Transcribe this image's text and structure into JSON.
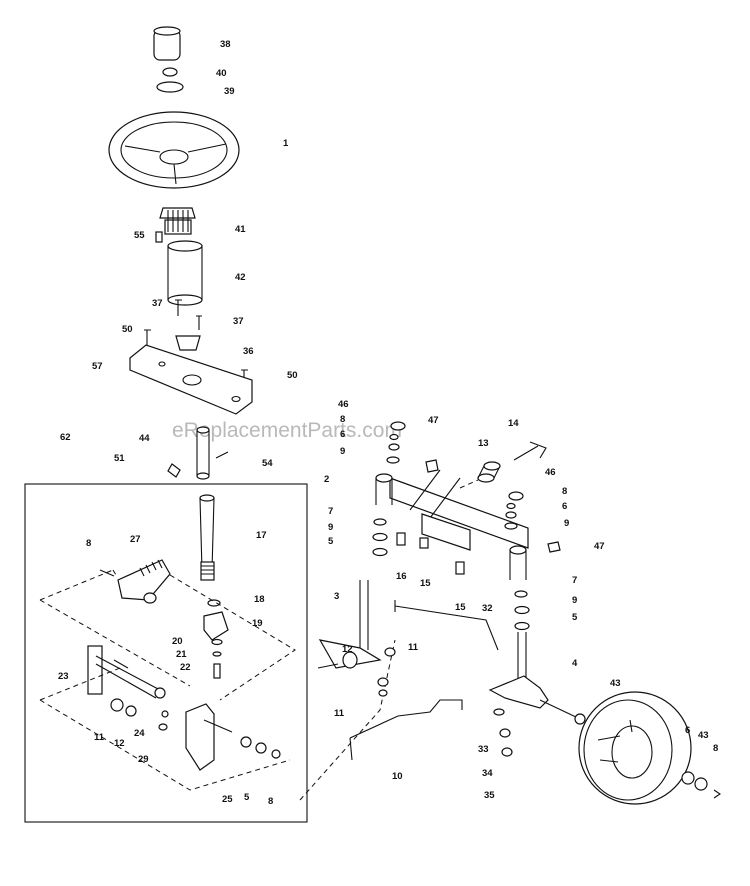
{
  "watermark": "eReplacementParts.com",
  "callouts": {
    "c38": "38",
    "c40": "40",
    "c39": "39",
    "c1": "1",
    "c41": "41",
    "c55": "55",
    "c42": "42",
    "c37a": "37",
    "c37b": "37",
    "c50a": "50",
    "c36": "36",
    "c57": "57",
    "c50b": "50",
    "c62": "62",
    "c44": "44",
    "c51": "51",
    "c54": "54",
    "c46a": "46",
    "c8a": "8",
    "c6a": "6",
    "c9a": "9",
    "c47a": "47",
    "c14": "14",
    "c13": "13",
    "c2": "2",
    "c46b": "46",
    "c8b": "8",
    "c6b": "6",
    "c9b": "9",
    "c7a": "7",
    "c9c": "9",
    "c5a": "5",
    "c16": "16",
    "c15a": "15",
    "c47b": "47",
    "c15b": "15",
    "c7b": "7",
    "c9d": "9",
    "c5b": "5",
    "c3": "3",
    "c32": "32",
    "c11a": "11",
    "c12a": "12",
    "c11b": "11",
    "c4": "4",
    "c43a": "43",
    "c33": "33",
    "c34": "34",
    "c35": "35",
    "c10": "10",
    "c6c": "6",
    "c43b": "43",
    "c8c": "8",
    "c17": "17",
    "c27": "27",
    "c8d": "8",
    "c18": "18",
    "c19": "19",
    "c20": "20",
    "c21": "21",
    "c22": "22",
    "c23": "23",
    "c11c": "11",
    "c12b": "12",
    "c24": "24",
    "c29": "29",
    "c25": "25",
    "c5c": "5",
    "c8e": "8"
  }
}
